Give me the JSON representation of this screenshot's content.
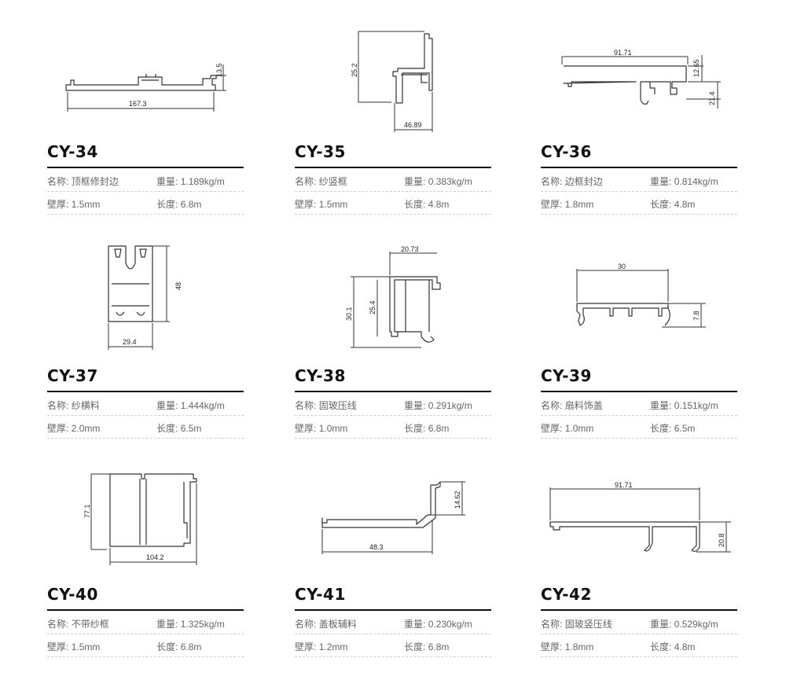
{
  "labels": {
    "name": "名称:",
    "weight": "重量:",
    "wall": "壁厚:",
    "length": "长度:"
  },
  "products": [
    {
      "model": "CY-34",
      "name": "顶框修封边",
      "weight": "1.189kg/m",
      "wall": "1.5mm",
      "length": "6.8m",
      "dims": [
        "13.5",
        "167.3"
      ]
    },
    {
      "model": "CY-35",
      "name": "纱竖框",
      "weight": "0.383kg/m",
      "wall": "1.5mm",
      "length": "4.8m",
      "dims": [
        "46.89",
        "25.2"
      ]
    },
    {
      "model": "CY-36",
      "name": "边框封边",
      "weight": "0.814kg/m",
      "wall": "1.8mm",
      "length": "4.8m",
      "dims": [
        "91.71",
        "12.65",
        "21.4"
      ]
    },
    {
      "model": "CY-37",
      "name": "纱横料",
      "weight": "1.444kg/m",
      "wall": "2.0mm",
      "length": "6.5m",
      "dims": [
        "48",
        "29.4"
      ]
    },
    {
      "model": "CY-38",
      "name": "固玻压线",
      "weight": "0.291kg/m",
      "wall": "1.0mm",
      "length": "6.8m",
      "dims": [
        "20.73",
        "30.1",
        "25.4"
      ]
    },
    {
      "model": "CY-39",
      "name": "扇料饰盖",
      "weight": "0.151kg/m",
      "wall": "1.0mm",
      "length": "6.5m",
      "dims": [
        "30",
        "7.8"
      ]
    },
    {
      "model": "CY-40",
      "name": "不带纱框",
      "weight": "1.325kg/m",
      "wall": "1.5mm",
      "length": "6.8m",
      "dims": [
        "77.1",
        "104.2"
      ]
    },
    {
      "model": "CY-41",
      "name": "盖板辅料",
      "weight": "0.230kg/m",
      "wall": "1.2mm",
      "length": "6.8m",
      "dims": [
        "14.62",
        "48.3"
      ]
    },
    {
      "model": "CY-42",
      "name": "固玻竖压线",
      "weight": "0.529kg/m",
      "wall": "1.8mm",
      "length": "4.8m",
      "dims": [
        "91.71",
        "20.8"
      ]
    }
  ]
}
